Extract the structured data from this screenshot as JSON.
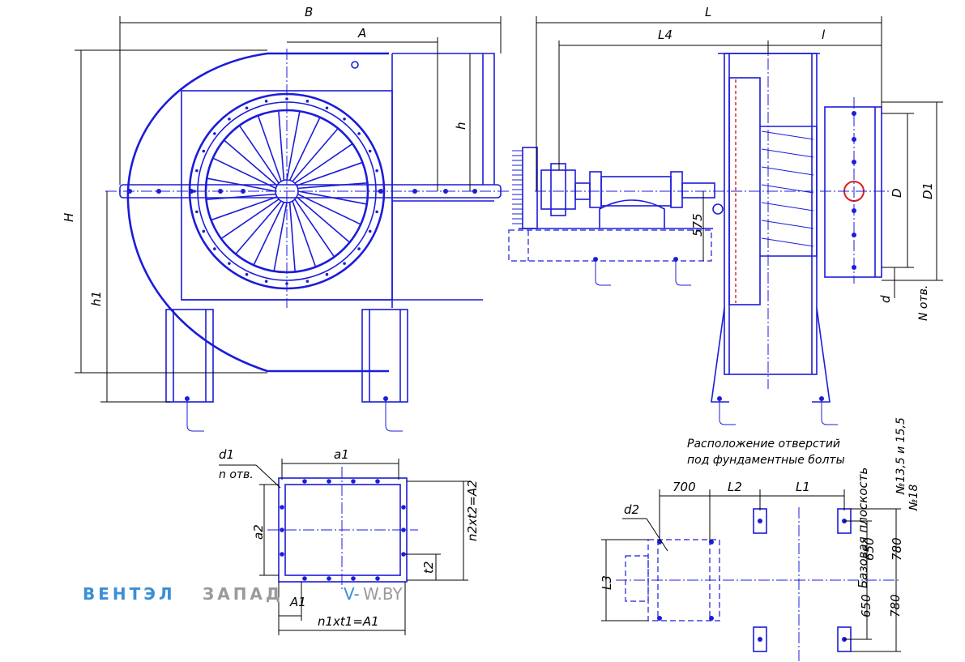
{
  "labels": {
    "B": "B",
    "A": "A",
    "H": "H",
    "h": "h",
    "h1": "h1",
    "L": "L",
    "L4": "L4",
    "l": "l",
    "D": "D",
    "D1": "D1",
    "d": "d",
    "N_holes": "N отв.",
    "dim_575": "575",
    "d1": "d1",
    "n_holes": "n отв.",
    "a1": "a1",
    "a2": "a2",
    "t2": "t2",
    "n2t2": "n2xt2=A2",
    "A1": "A1",
    "n1t1": "n1xt1=A1",
    "d2": "d2",
    "dim_700": "700",
    "L2": "L2",
    "L1": "L1",
    "L3": "L3",
    "sizes_135": "№13,5 и 15,5",
    "sizes_18": "№18",
    "dim_650_top": "650",
    "dim_780_top": "780",
    "dim_650_bot": "650",
    "dim_780_bot": "780",
    "base_plane": "Базовая плоскость"
  },
  "caption": {
    "line1": "Расположение отверстий",
    "line2": "под фундаментные болты"
  },
  "brand": {
    "part1": "ВЕНТЭЛ",
    "part2": "ЗАПАД",
    "part3": "V-",
    "part4": "W.BY"
  },
  "colors": {
    "drawing": "#1c1cd9",
    "dimensions": "#000000",
    "hatch": "#d62020",
    "brand_blue": "#3a8fd6",
    "brand_gray": "#9a9a9a"
  }
}
